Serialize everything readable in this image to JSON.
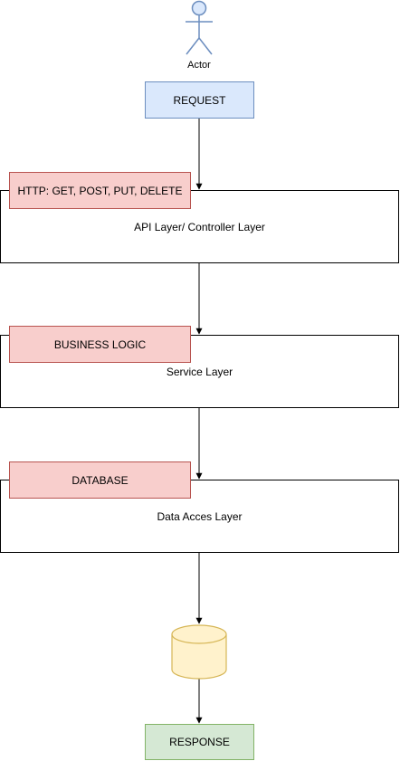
{
  "actor": {
    "label": "Actor"
  },
  "request": {
    "label": "REQUEST"
  },
  "layers": [
    {
      "name": "API Layer/ Controller Layer",
      "tag": "HTTP: GET, POST, PUT, DELETE"
    },
    {
      "name": "Service Layer",
      "tag": "BUSINESS LOGIC"
    },
    {
      "name": "Data Acces Layer",
      "tag": "DATABASE"
    }
  ],
  "response": {
    "label": "RESPONSE"
  },
  "colors": {
    "request_fill": "#dae8fc",
    "request_stroke": "#6c8ebf",
    "tag_fill": "#f8cecc",
    "tag_stroke": "#b85450",
    "response_fill": "#d5e8d4",
    "response_stroke": "#82b366",
    "database_fill": "#fff2cc",
    "database_stroke": "#d6b656"
  }
}
